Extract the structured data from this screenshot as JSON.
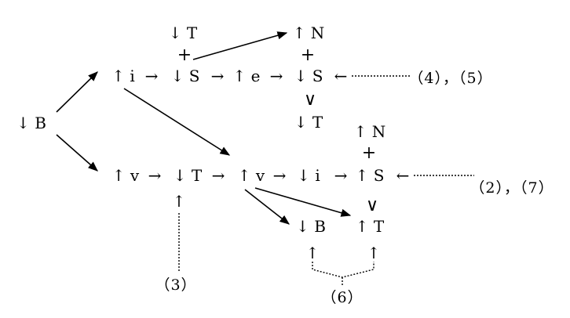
{
  "nodes": {
    "B_root": "↓ B",
    "i1": "↑ i",
    "S1": "↓ S",
    "T1": "↓ T",
    "e1": "↑ e",
    "S2": "↓ S",
    "N1": "↑ N",
    "T2": "↓ T",
    "v1": "↑ v",
    "T3": "↓ T",
    "v2": "↑ v",
    "i2": "↓ i",
    "S3": "↑ S",
    "N2": "↑ N",
    "B2": "↓ B",
    "T4": "↑ T"
  },
  "symbols": {
    "plus": "+",
    "vee": "∨",
    "right_arrow": "→",
    "up_arrow": "↑",
    "left_arrow": "←"
  },
  "notes": {
    "n45": "（4），（5）",
    "n27": "（2），（7）",
    "n3": "（3）",
    "n6": "（6）"
  },
  "colors": {
    "ink": "#000000",
    "background": "#ffffff"
  }
}
